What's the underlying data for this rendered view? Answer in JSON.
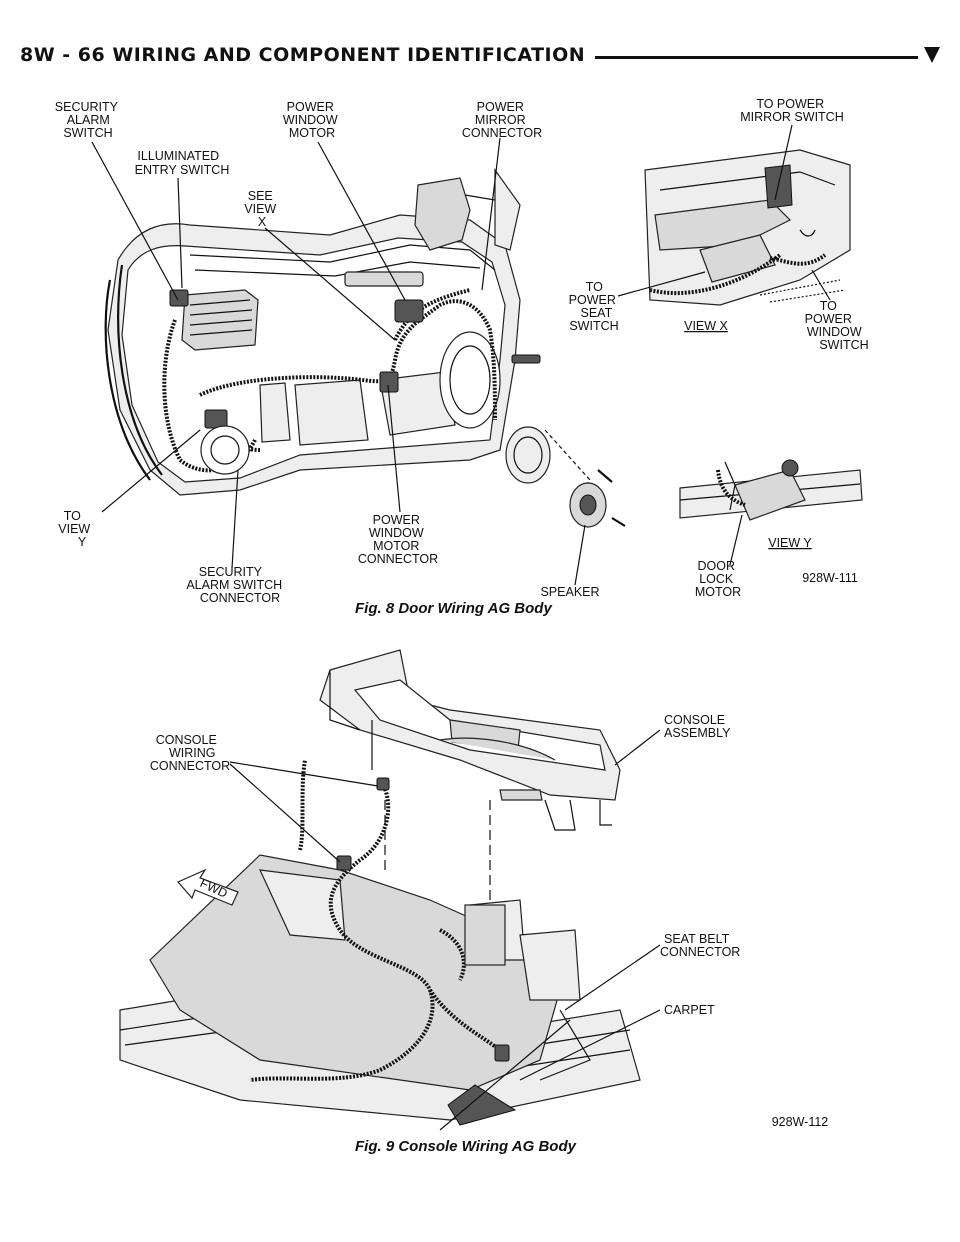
{
  "header": {
    "title": "8W - 66     WIRING AND COMPONENT IDENTIFICATION"
  },
  "figure8": {
    "caption": "Fig. 8 Door Wiring AG Body",
    "code": "928W-111",
    "labels": {
      "security_alarm_switch": [
        "SECURITY",
        "ALARM",
        "SWITCH"
      ],
      "illuminated_entry_switch": [
        "ILLUMINATED",
        "ENTRY SWITCH"
      ],
      "power_window_motor": [
        "POWER",
        "WINDOW",
        "MOTOR"
      ],
      "see_view_x": [
        "SEE",
        "VIEW",
        "X"
      ],
      "power_mirror_connector": [
        "POWER",
        "MIRROR",
        "CONNECTOR"
      ],
      "to_power_mirror_switch": [
        "TO POWER",
        "MIRROR SWITCH"
      ],
      "to_power_seat_switch": [
        "TO",
        "POWER",
        "SEAT",
        "SWITCH"
      ],
      "view_x": "VIEW X",
      "to_power_window_switch": [
        "TO",
        "POWER",
        "WINDOW",
        "SWITCH"
      ],
      "to_view_y": [
        "TO",
        "VIEW",
        "Y"
      ],
      "power_window_motor_connector": [
        "POWER",
        "WINDOW",
        "MOTOR",
        "CONNECTOR"
      ],
      "security_alarm_switch_connector": [
        "SECURITY",
        "ALARM SWITCH",
        "CONNECTOR"
      ],
      "speaker": "SPEAKER",
      "door_lock_motor": [
        "DOOR",
        "LOCK",
        "MOTOR"
      ],
      "view_y": "VIEW Y"
    }
  },
  "figure9": {
    "caption": "Fig. 9 Console Wiring AG Body",
    "code": "928W-112",
    "labels": {
      "console_wiring_connector": [
        "CONSOLE",
        "WIRING",
        "CONNECTOR"
      ],
      "console_assembly": [
        "CONSOLE",
        "ASSEMBLY"
      ],
      "fwd": "FWD",
      "seat_belt_connector": [
        "SEAT BELT",
        "CONNECTOR"
      ],
      "carpet": "CARPET"
    }
  }
}
